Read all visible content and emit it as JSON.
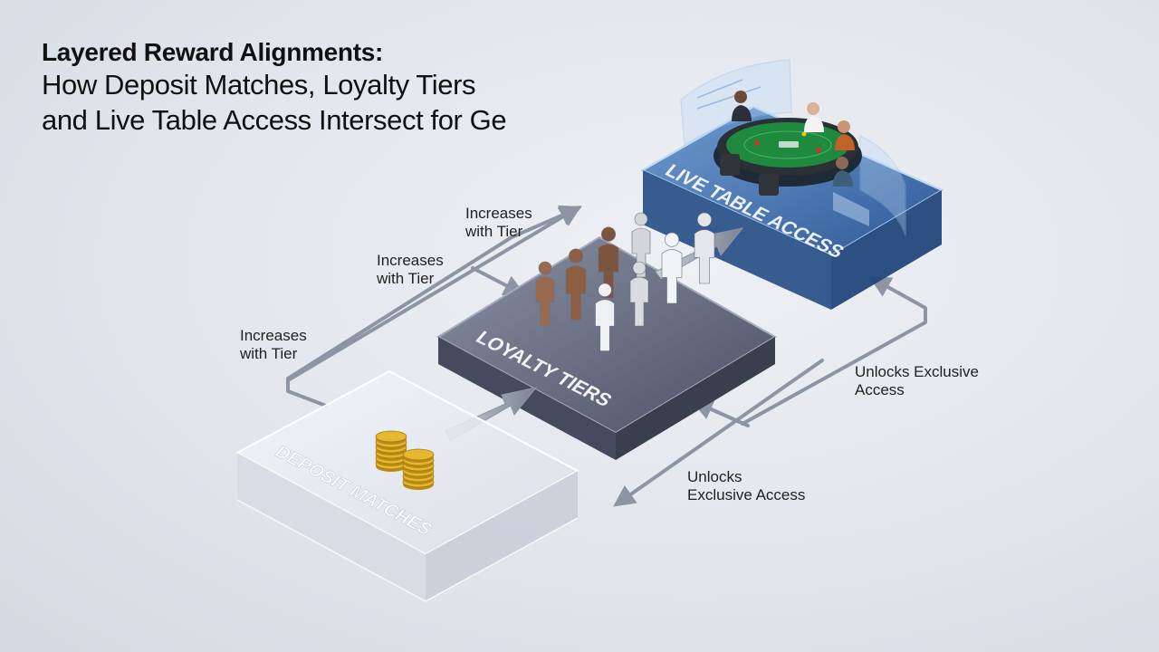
{
  "title": {
    "line1": "Layered Reward Alignments:",
    "line2": "How Deposit Matches, Loyalty Tiers",
    "line3": "and Live Table Access Intersect for Ge"
  },
  "layers": {
    "deposit": "DEPOSIT MATCHES",
    "loyalty": "LOYALTY TIERS",
    "live": "LIVE TABLE ACCESS"
  },
  "labels": {
    "increases_1": [
      "Increases",
      "with Tier"
    ],
    "increases_2": [
      "Increases",
      "with Tier"
    ],
    "increases_3": [
      "Increases",
      "with Tier"
    ],
    "unlocks_1": [
      "Unlocks Exclusive",
      "Access"
    ],
    "unlocks_2": [
      "Unlocks",
      "Exclusive Access"
    ]
  },
  "colors": {
    "deposit_layer": "#e8eaf0",
    "loyalty_layer": "#5c6275",
    "live_layer": "#3f6fae",
    "arrow": "#7b8494",
    "coin": "#e2b22c",
    "table_felt": "#1f8a3e"
  },
  "icons": [
    "coin-stack-icon",
    "person-figure-icon",
    "poker-table-icon",
    "holographic-screen-icon"
  ]
}
